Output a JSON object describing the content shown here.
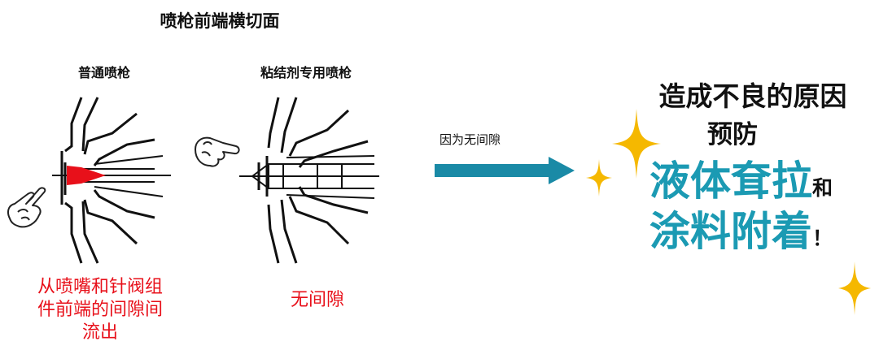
{
  "title": "喷枪前端横切面",
  "left_diagram": {
    "label": "普通喷枪",
    "caption_lines": [
      "从喷嘴和针阀组",
      "件前端的间隙间",
      "流出"
    ]
  },
  "right_diagram": {
    "label": "粘结剂专用喷枪",
    "caption": "无间隙"
  },
  "arrow": {
    "label": "因为无间隙",
    "color": "#1a8aa6"
  },
  "result": {
    "line1": "造成不良的原因",
    "line2": "预防",
    "line3_big": "液体耷拉",
    "line3_small": "和",
    "line4_big": "涂料附着",
    "line4_small": "！"
  },
  "colors": {
    "highlight": "#e8101a",
    "teal": "#1b9ab3",
    "sparkle": "#f5b800"
  },
  "icons": [
    "hand-pointer-icon",
    "sparkle-icon"
  ]
}
